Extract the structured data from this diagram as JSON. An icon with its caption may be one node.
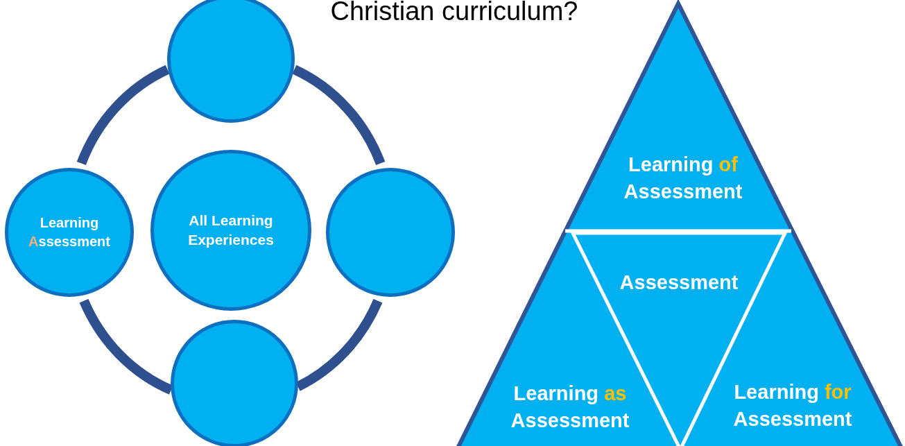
{
  "diagram": {
    "title": "Christian curriculum?",
    "nodes": [
      {
        "text": [],
        "shape": "circle"
      },
      {
        "text": [
          "Learning **A**ssessment"
        ]
      },
      {
        "text": [
          "All Learning Experiences"
        ]
      },
      {
        "text": [],
        "shape": "circle"
      },
      {
        "text": [],
        "shape": "circle"
      },
      {
        "text": [],
        "shape": "triangle"
      },
      {
        "text": [
          "Learning **of** Assessment"
        ],
        "in": 5
      },
      {
        "text": [
          "Assessment"
        ],
        "in": 5
      },
      {
        "text": [
          "Learning **as** Assessment"
        ],
        "in": 5
      },
      {
        "text": [
          "Learning **for** Assessment"
        ],
        "in": 5
      }
    ],
    "edges": [
      {
        "from": 0,
        "to": 3,
        "arrow": "none"
      },
      {
        "from": 3,
        "to": 4,
        "arrow": "none"
      },
      {
        "from": 4,
        "to": 1,
        "arrow": "none"
      },
      {
        "from": 1,
        "to": 0,
        "arrow": "none"
      }
    ]
  }
}
